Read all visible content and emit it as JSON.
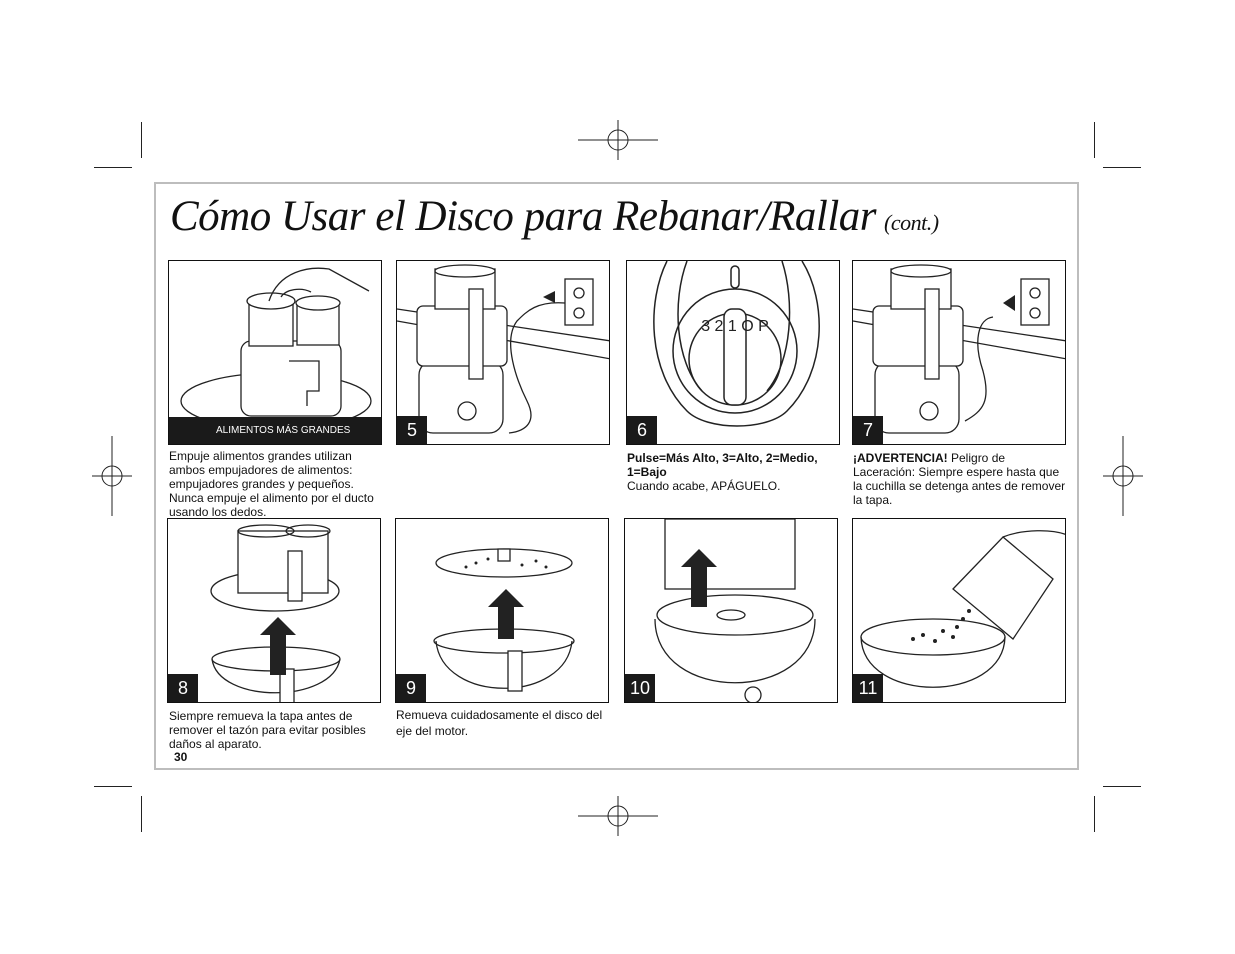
{
  "page": {
    "title_main": "Cómo Usar el Disco para Rebanar/Rallar",
    "title_cont": "(cont.)",
    "page_number": "30"
  },
  "panels": {
    "p4": {
      "label": "ALIMENTOS MÁS GRANDES"
    },
    "p5": {
      "number": "5"
    },
    "p6": {
      "number": "6",
      "dial_marks": "3 2 1 O P"
    },
    "p7": {
      "number": "7"
    },
    "p8": {
      "number": "8"
    },
    "p9": {
      "number": "9"
    },
    "p10": {
      "number": "10"
    },
    "p11": {
      "number": "11"
    }
  },
  "captions": {
    "c4": "Empuje alimentos grandes utilizan ambos empujadores de alimentos: empujadores grandes y pequeños. Nunca empuje el alimento por el ducto usando los dedos.",
    "c6_bold": "Pulse=Más Alto, 3=Alto, 2=Medio, 1=Bajo",
    "c6_text": "Cuando acabe, APÁGUELO.",
    "c7_bold": "¡ADVERTENCIA!",
    "c7_text": " Peligro de Laceración: Siempre espere hasta que la cuchilla se detenga antes de remover la tapa.",
    "c8": "Siempre remueva la tapa antes de remover el tazón para evitar posibles daños al aparato.",
    "c9": "Remueva cuidadosamente el disco del eje del motor."
  }
}
